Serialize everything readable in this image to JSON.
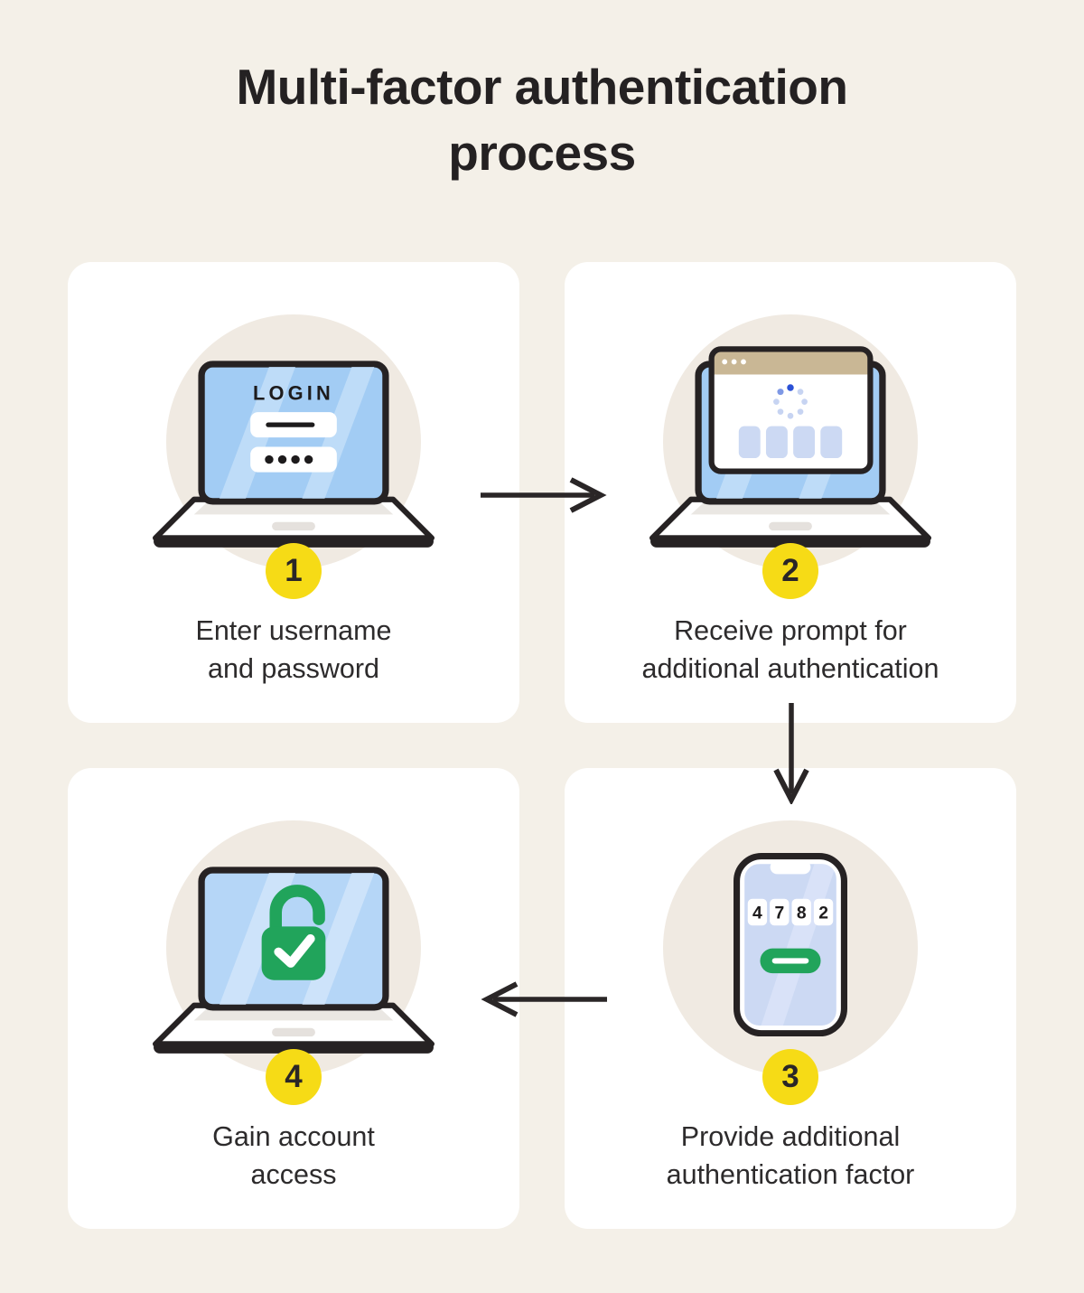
{
  "title": "Multi-factor authentication process",
  "steps": [
    {
      "number": "1",
      "caption": "Enter username and password",
      "caption_line1": "Enter username",
      "caption_line2": "and password",
      "screen_label": "LOGIN",
      "icon": "laptop-login-icon"
    },
    {
      "number": "2",
      "caption": "Receive prompt for additional authentication",
      "caption_line1": "Receive prompt for",
      "caption_line2": "additional authentication",
      "icon": "laptop-browser-loading-icon"
    },
    {
      "number": "3",
      "caption": "Provide additional authentication factor",
      "caption_line1": "Provide additional",
      "caption_line2": "authentication factor",
      "code_digits": [
        "4",
        "7",
        "8",
        "2"
      ],
      "icon": "phone-passcode-icon"
    },
    {
      "number": "4",
      "caption": "Gain account access",
      "caption_line1": "Gain account",
      "caption_line2": "access",
      "icon": "laptop-unlocked-icon"
    }
  ],
  "icons": {
    "laptop-login-icon": "svg-laptop-with-login-form",
    "laptop-browser-loading-icon": "svg-laptop-with-browser-spinner",
    "phone-passcode-icon": "svg-smartphone-with-otp-code",
    "laptop-unlocked-icon": "svg-laptop-with-open-padlock-check",
    "spinner-icon": "svg-dotted-loading-ring",
    "padlock-open-icon": "svg-open-green-padlock",
    "arrow-right-icon": "svg-right-arrow",
    "arrow-down-icon": "svg-down-arrow",
    "arrow-left-icon": "svg-left-arrow"
  },
  "colors": {
    "page_background": "#f4f0e8",
    "card_background": "#ffffff",
    "circle_background": "#f0eae2",
    "outline_dark": "#262223",
    "title_text": "#242122",
    "caption_text": "#2d2b2c",
    "badge_yellow": "#f6db16",
    "screen_blue": "#a2ccf4",
    "screen_blue_light": "#b5d6f7",
    "screen_periwinkle": "#ccd9f3",
    "browser_bar_tan": "#c9b795",
    "input_box_blue": "#ccd9f3",
    "green_accent": "#21a45b",
    "spinner_dark_blue": "#2b51d6",
    "spinner_mid_blue": "#7e98e5",
    "spinner_light_blue": "#c7d4f2"
  }
}
